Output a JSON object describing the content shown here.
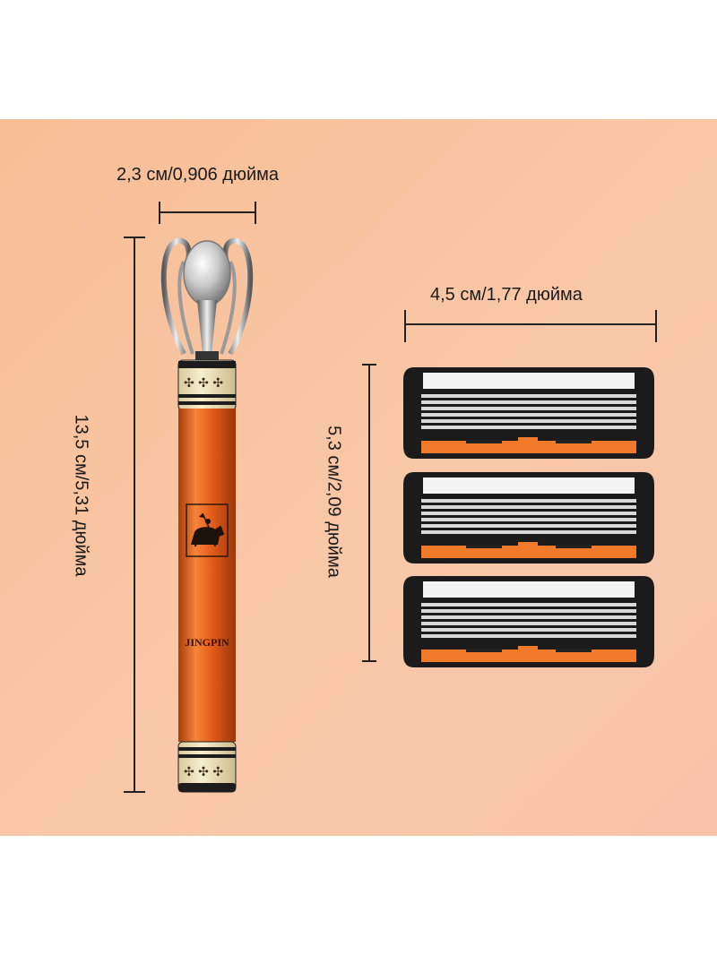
{
  "dimensions": {
    "handle_width": "2,3 см/0,906 дюйма",
    "handle_length": "13,5 см/5,31 дюйма",
    "cartridge_width": "4,5 см/1,77 дюйма",
    "cartridge_height": "5,3 см/2,09 дюйма"
  },
  "product": {
    "brand_text": "JINGPIN",
    "cartridge_count": 3
  },
  "colors": {
    "background": "#f8c3a0",
    "handle_orange": "#e8601c",
    "handle_bands": "#f3e6c0",
    "cartridge_body": "#1b1b1b",
    "cartridge_accent": "#f07a2a"
  },
  "icons": {
    "emblem": "horse-rider-flag-icon"
  }
}
